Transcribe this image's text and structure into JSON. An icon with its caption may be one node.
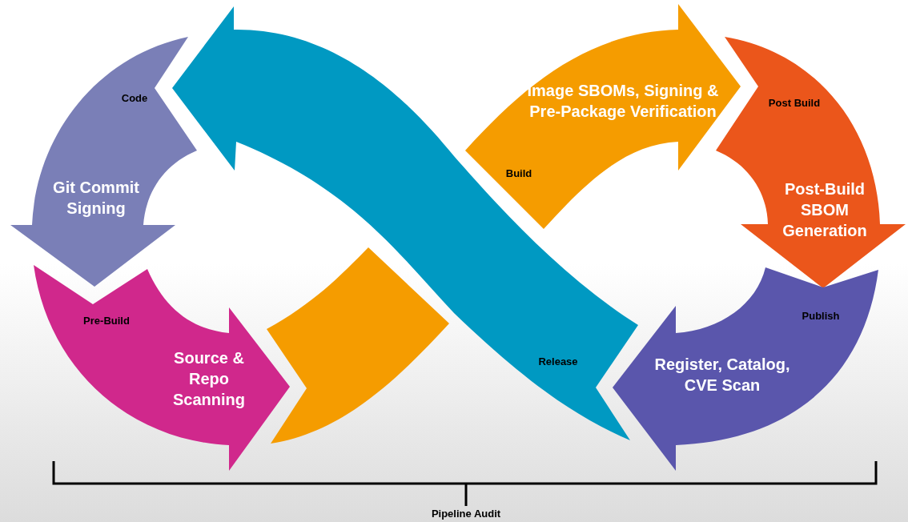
{
  "diagram": {
    "nodes": [
      {
        "text": [
          "Code",
          "Git Commit Signing"
        ]
      },
      {
        "text": [
          "Pre-Build",
          "Source & Repo Scanning"
        ]
      },
      {
        "text": [],
        "shape": "band"
      },
      {
        "text": [
          "Image SBOMs, Signing & Pre-Package Verification",
          "Build"
        ]
      },
      {
        "text": [
          "Post Build",
          "Post-Build SBOM Generation"
        ]
      },
      {
        "text": [
          "Publish",
          "Register, Catalog, CVE Scan"
        ]
      },
      {
        "text": [
          "Release"
        ]
      }
    ],
    "labels": [
      "Pipeline Audit"
    ]
  }
}
